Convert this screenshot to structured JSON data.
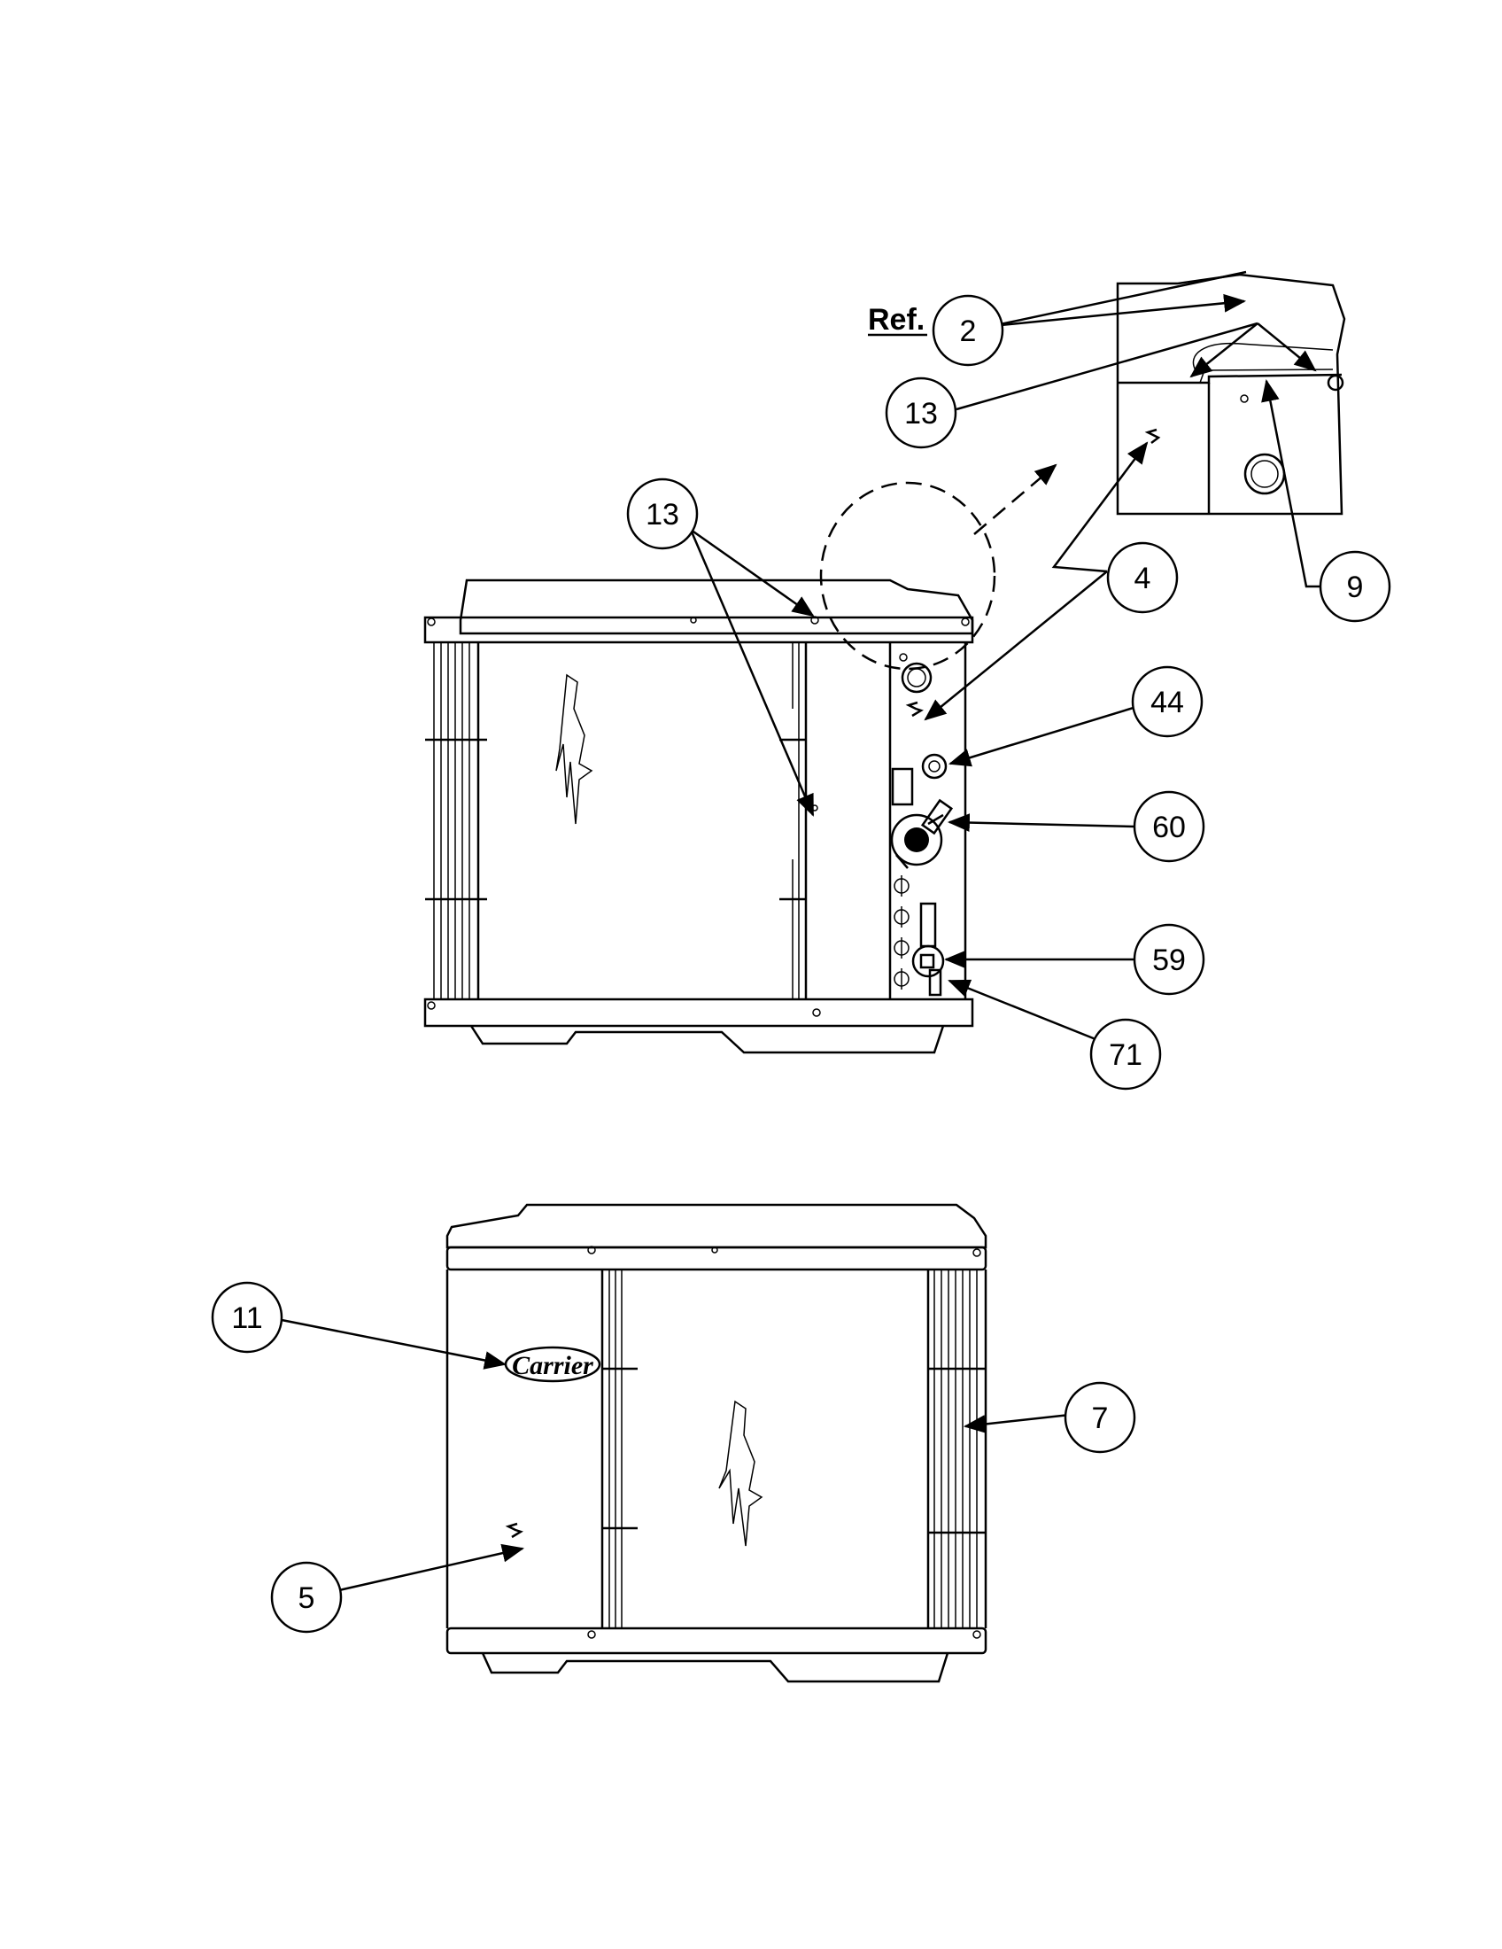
{
  "ref_label": "Ref.",
  "brand_logo": "Carrier",
  "callouts": [
    "2",
    "13",
    "13",
    "4",
    "9",
    "44",
    "60",
    "59",
    "71",
    "11",
    "7",
    "5"
  ],
  "icons": {
    "fan_grille": "fan-guard-zigzag-icon",
    "service_valve": "service-valve-icon",
    "screw": "screw-icon"
  }
}
